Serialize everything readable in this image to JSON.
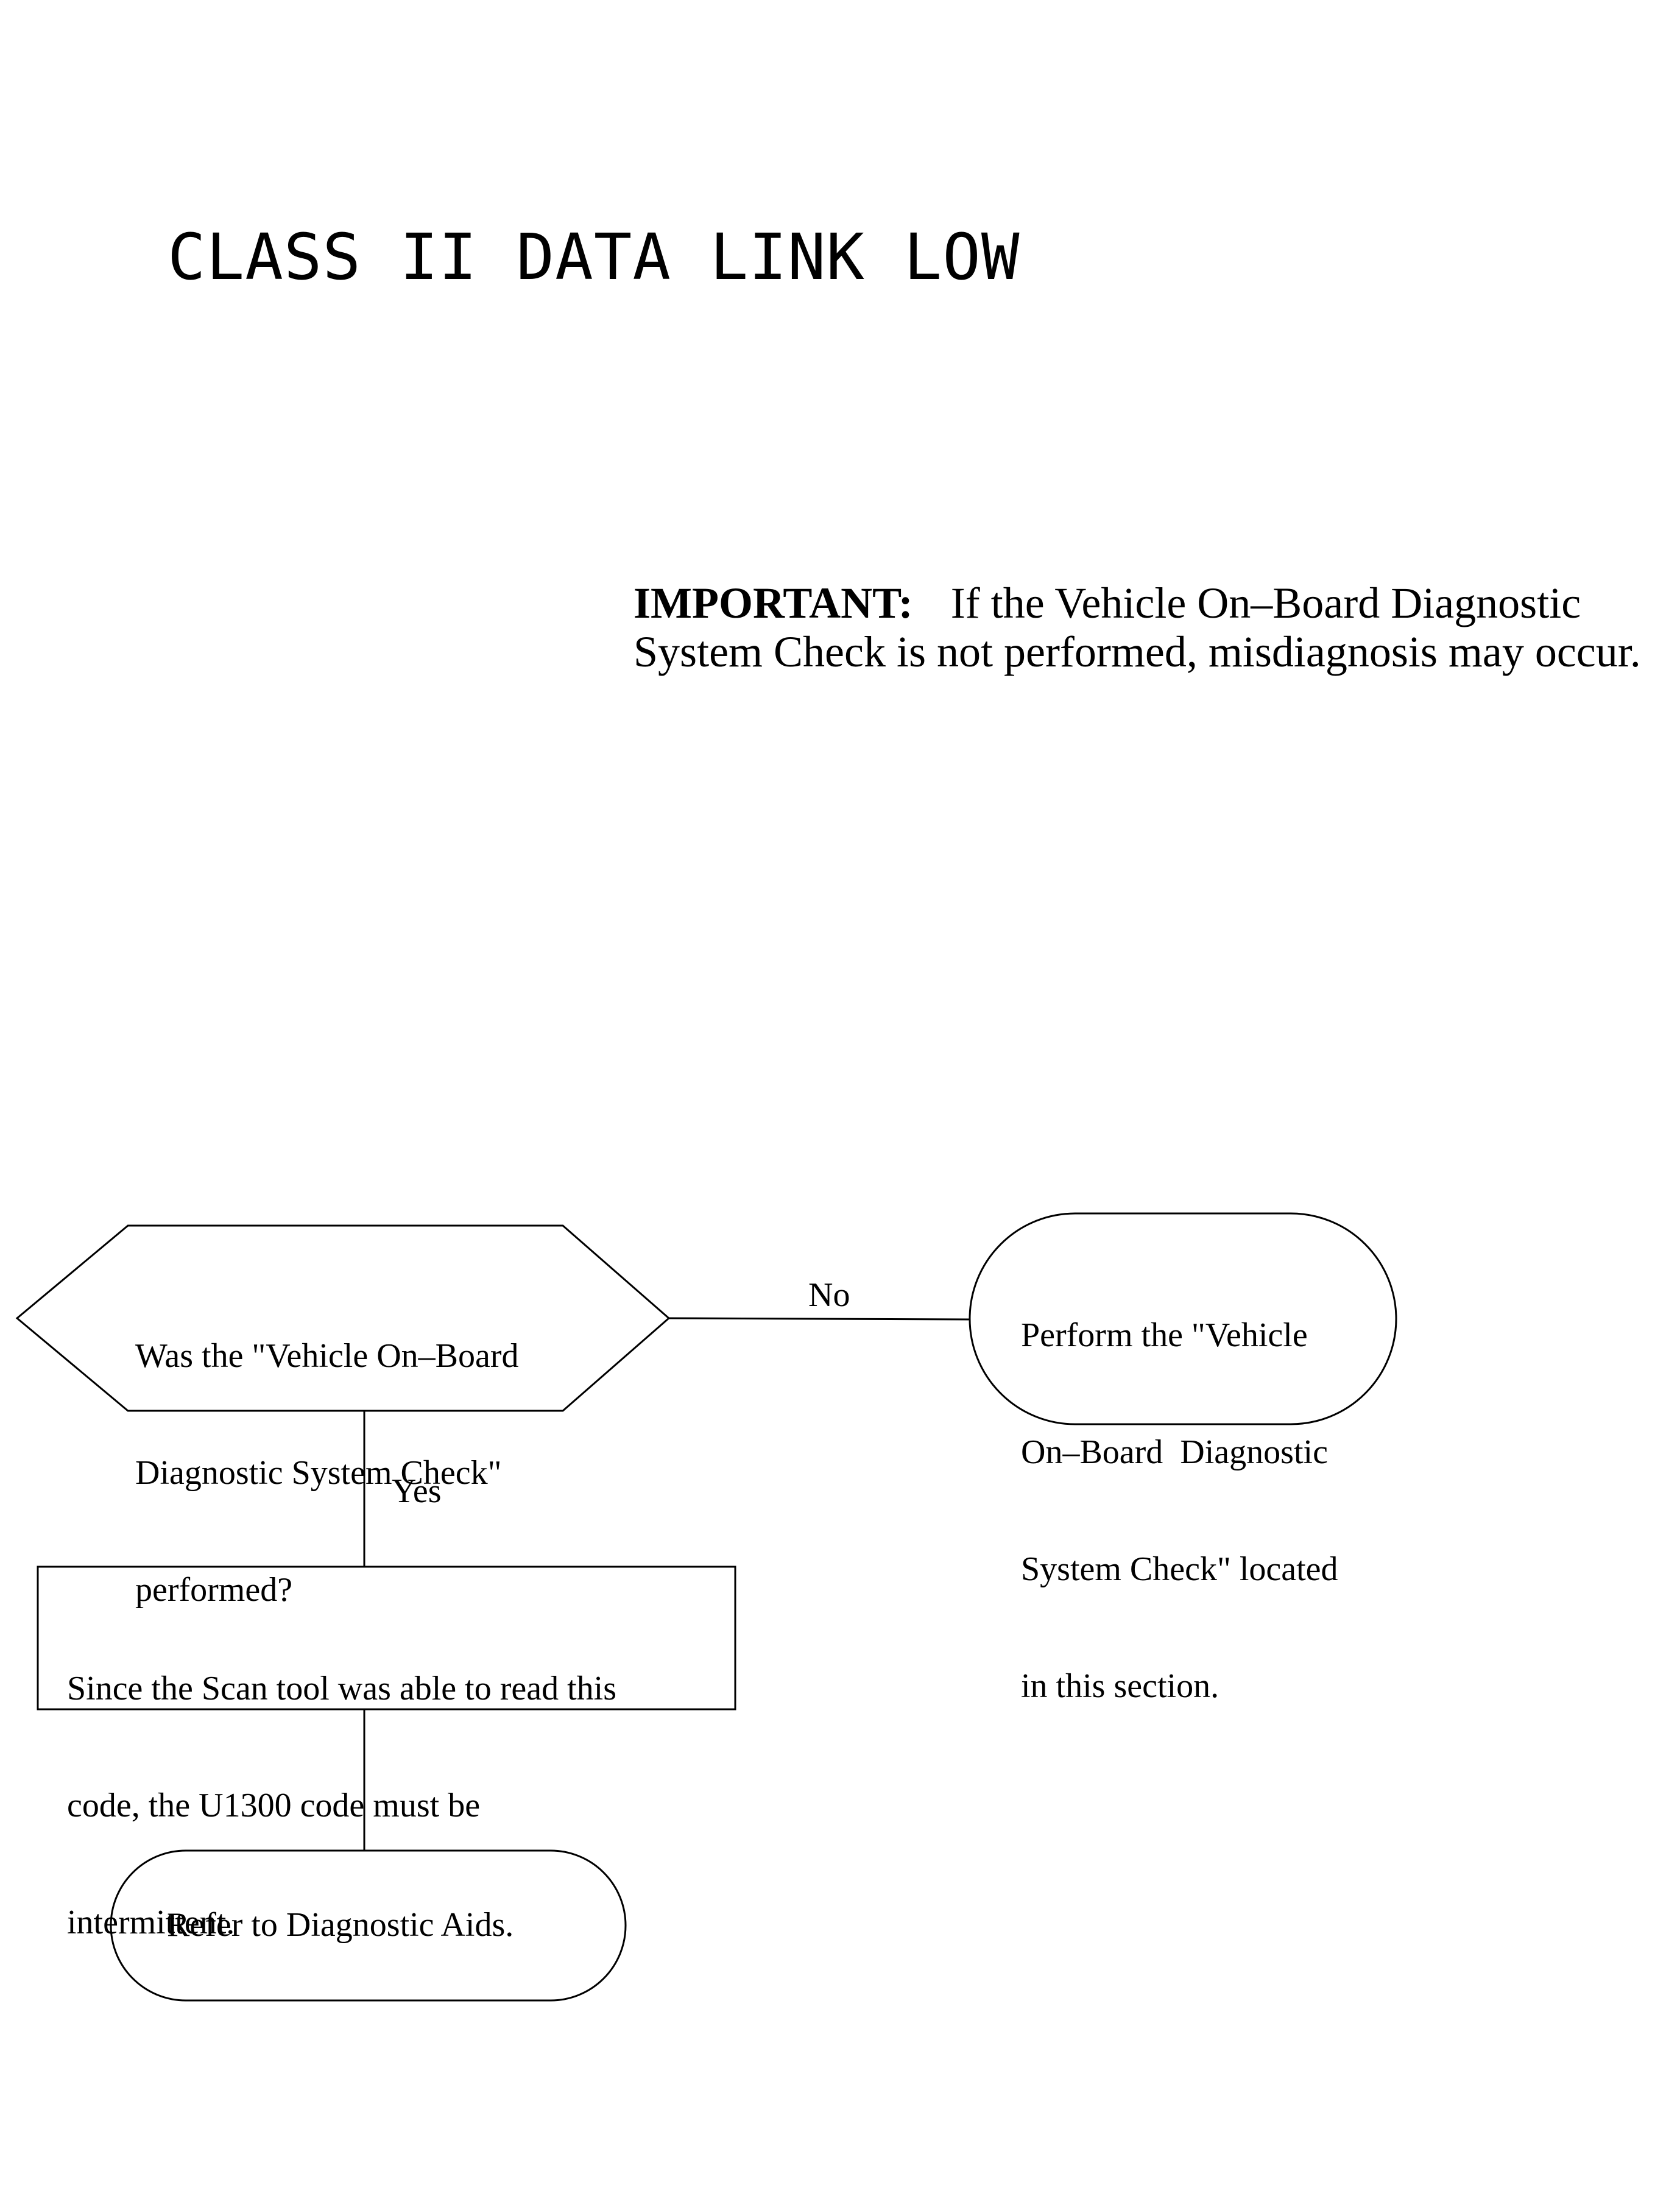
{
  "title": "CLASS II DATA LINK LOW",
  "important": {
    "label": "IMPORTANT:",
    "line1": "If the Vehicle On–Board Diagnostic",
    "line2": "System Check is not performed, misdiagnosis may occur."
  },
  "flow": {
    "decision": {
      "lines": [
        "Was the \"Vehicle On–Board",
        "Diagnostic System Check\"",
        "performed?"
      ]
    },
    "no_action": {
      "lines": [
        "Perform the \"Vehicle",
        "On–Board  Diagnostic",
        "System Check\" located",
        "in this section."
      ]
    },
    "yes_action": {
      "lines": [
        "Since the Scan tool was able to read this",
        "code, the U1300 code must be",
        "intermittent."
      ]
    },
    "end": {
      "text": "Refer to Diagnostic Aids."
    },
    "edges": {
      "no_label": "No",
      "yes_label": "Yes"
    }
  }
}
